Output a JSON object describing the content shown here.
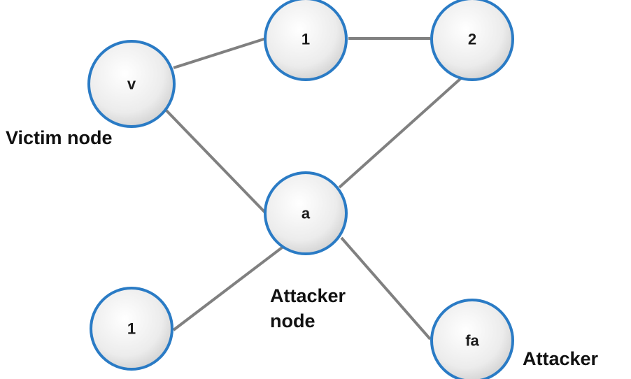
{
  "diagram": {
    "nodes": [
      {
        "id": "v",
        "label": "v"
      },
      {
        "id": "n1_top",
        "label": "1"
      },
      {
        "id": "n2",
        "label": "2"
      },
      {
        "id": "a",
        "label": "a"
      },
      {
        "id": "n1_bottom",
        "label": "1"
      },
      {
        "id": "fa",
        "label": "fa"
      }
    ],
    "edges": [
      {
        "from": "v",
        "to": "n1_top"
      },
      {
        "from": "n1_top",
        "to": "n2"
      },
      {
        "from": "v",
        "to": "a"
      },
      {
        "from": "n2",
        "to": "a"
      },
      {
        "from": "a",
        "to": "n1_bottom"
      },
      {
        "from": "a",
        "to": "fa"
      }
    ],
    "captions": {
      "victim": "Victim node",
      "attacker_node_line1": "Attacker",
      "attacker_node_line2": "node",
      "attacker": "Attacker"
    },
    "colors": {
      "node_stroke": "#2a7bc5",
      "edge": "#808080",
      "node_fill_light": "#ffffff",
      "node_fill_dark": "#dcdcdc"
    }
  }
}
